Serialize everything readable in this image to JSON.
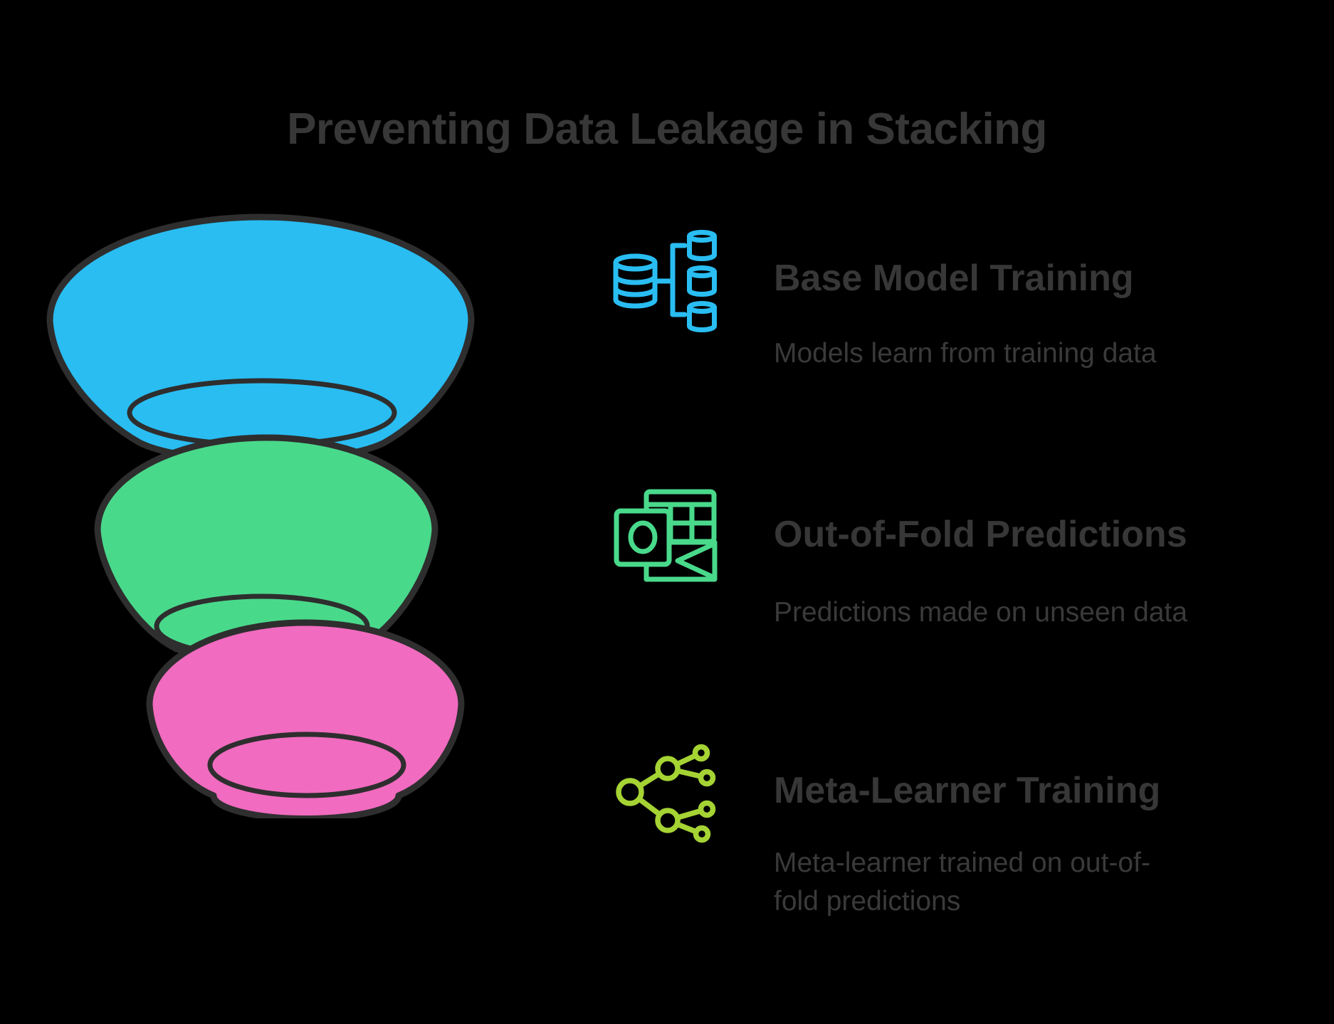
{
  "title": "Preventing Data Leakage in Stacking",
  "background_color": "#000000",
  "outline_color": "#2E2E2E",
  "funnel": {
    "layers": [
      {
        "color": "#29BDF2"
      },
      {
        "color": "#49D98B"
      },
      {
        "color": "#F16BC0"
      }
    ]
  },
  "steps": [
    {
      "icon": "database-branch-icon",
      "icon_color": "#29BDF2",
      "heading": "Base Model Training",
      "description": "Models learn from training data"
    },
    {
      "icon": "grid-envelope-icon",
      "icon_color": "#49D98B",
      "heading": "Out-of-Fold Predictions",
      "description": "Predictions made on unseen data"
    },
    {
      "icon": "network-tree-icon",
      "icon_color": "#A5D334",
      "heading": "Meta-Learner Training",
      "description": "Meta-learner trained on out-of-fold predictions"
    }
  ]
}
